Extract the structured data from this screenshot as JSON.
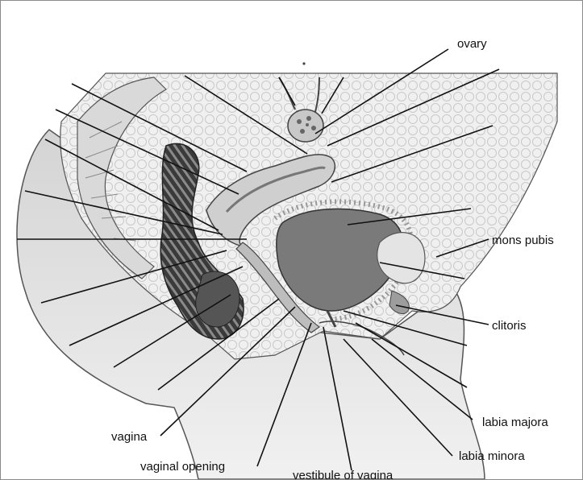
{
  "diagram": {
    "labels": {
      "ovary": "ovary",
      "mons_pubis": "mons pubis",
      "clitoris": "clitoris",
      "labia_majora": "labia majora",
      "labia_minora": "labia minora",
      "vagina": "vagina",
      "vaginal_opening": "vaginal opening",
      "vestibule": "vestibule of vagina"
    }
  }
}
